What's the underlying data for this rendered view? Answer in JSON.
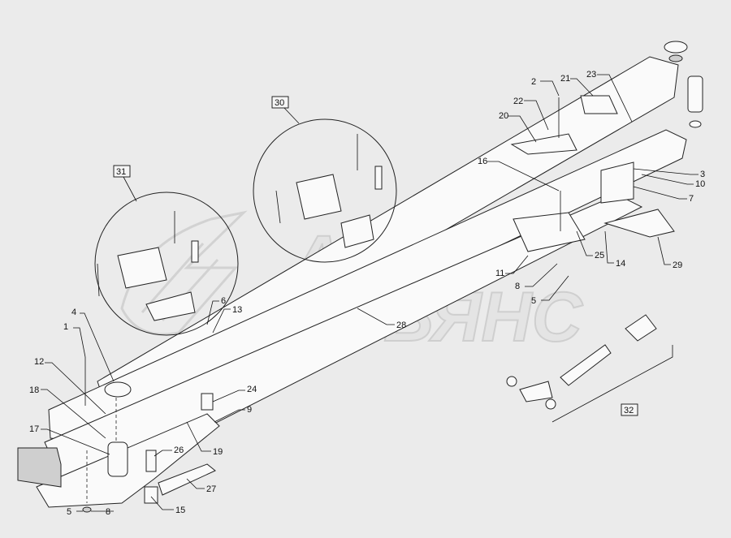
{
  "watermark": {
    "line1": "АВТО",
    "line2": "АЛЬЯНС"
  },
  "group_labels": [
    "30",
    "31",
    "32"
  ],
  "callouts": {
    "c1": "1",
    "c2": "2",
    "c3": "3",
    "c4": "4",
    "c5a": "5",
    "c5b": "5",
    "c6": "6",
    "c7": "7",
    "c8a": "8",
    "c8b": "8",
    "c9": "9",
    "c10": "10",
    "c11": "11",
    "c12": "12",
    "c13": "13",
    "c14": "14",
    "c15": "15",
    "c16": "16",
    "c17": "17",
    "c18": "18",
    "c19": "19",
    "c20": "20",
    "c21": "21",
    "c22": "22",
    "c23": "23",
    "c24": "24",
    "c25": "25",
    "c26": "26",
    "c27": "27",
    "c28": "28",
    "c29": "29"
  }
}
